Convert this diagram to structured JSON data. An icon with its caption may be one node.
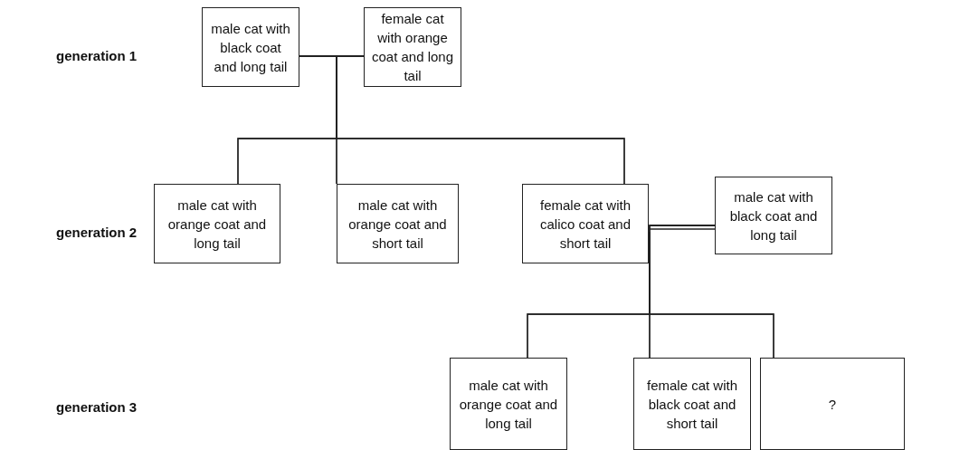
{
  "diagram": {
    "nodes": [
      {
        "text": [
          "male cat with black coat and long tail"
        ]
      },
      {
        "text": [
          "female cat with orange coat and long tail"
        ]
      },
      {
        "text": [
          "male cat with orange coat and long tail"
        ]
      },
      {
        "text": [
          "male cat with orange coat and short tail"
        ]
      },
      {
        "text": [
          "female cat with calico coat and short tail"
        ]
      },
      {
        "text": [
          "male cat with black coat and long tail"
        ]
      },
      {
        "text": [
          "male cat with orange coat and long tail"
        ]
      },
      {
        "text": [
          "female cat with black coat and short tail"
        ]
      },
      {
        "text": [
          "?"
        ]
      }
    ],
    "edges": [
      {
        "from": 0,
        "to": 1,
        "arrow": "none"
      },
      {
        "from": 0,
        "to": 2,
        "arrow": "none"
      },
      {
        "from": 0,
        "to": 3,
        "arrow": "none"
      },
      {
        "from": 0,
        "to": 4,
        "arrow": "none"
      },
      {
        "from": 1,
        "to": 2,
        "arrow": "none"
      },
      {
        "from": 1,
        "to": 3,
        "arrow": "none"
      },
      {
        "from": 1,
        "to": 4,
        "arrow": "none"
      },
      {
        "from": 4,
        "to": 5,
        "arrow": "none"
      },
      {
        "from": 4,
        "to": 6,
        "arrow": "none"
      },
      {
        "from": 4,
        "to": 7,
        "arrow": "none"
      },
      {
        "from": 4,
        "to": 8,
        "arrow": "none"
      },
      {
        "from": 5,
        "to": 6,
        "arrow": "none"
      },
      {
        "from": 5,
        "to": 7,
        "arrow": "none"
      },
      {
        "from": 5,
        "to": 8,
        "arrow": "none"
      }
    ],
    "labels": [
      "generation 1",
      "generation 2",
      "generation 3"
    ]
  }
}
